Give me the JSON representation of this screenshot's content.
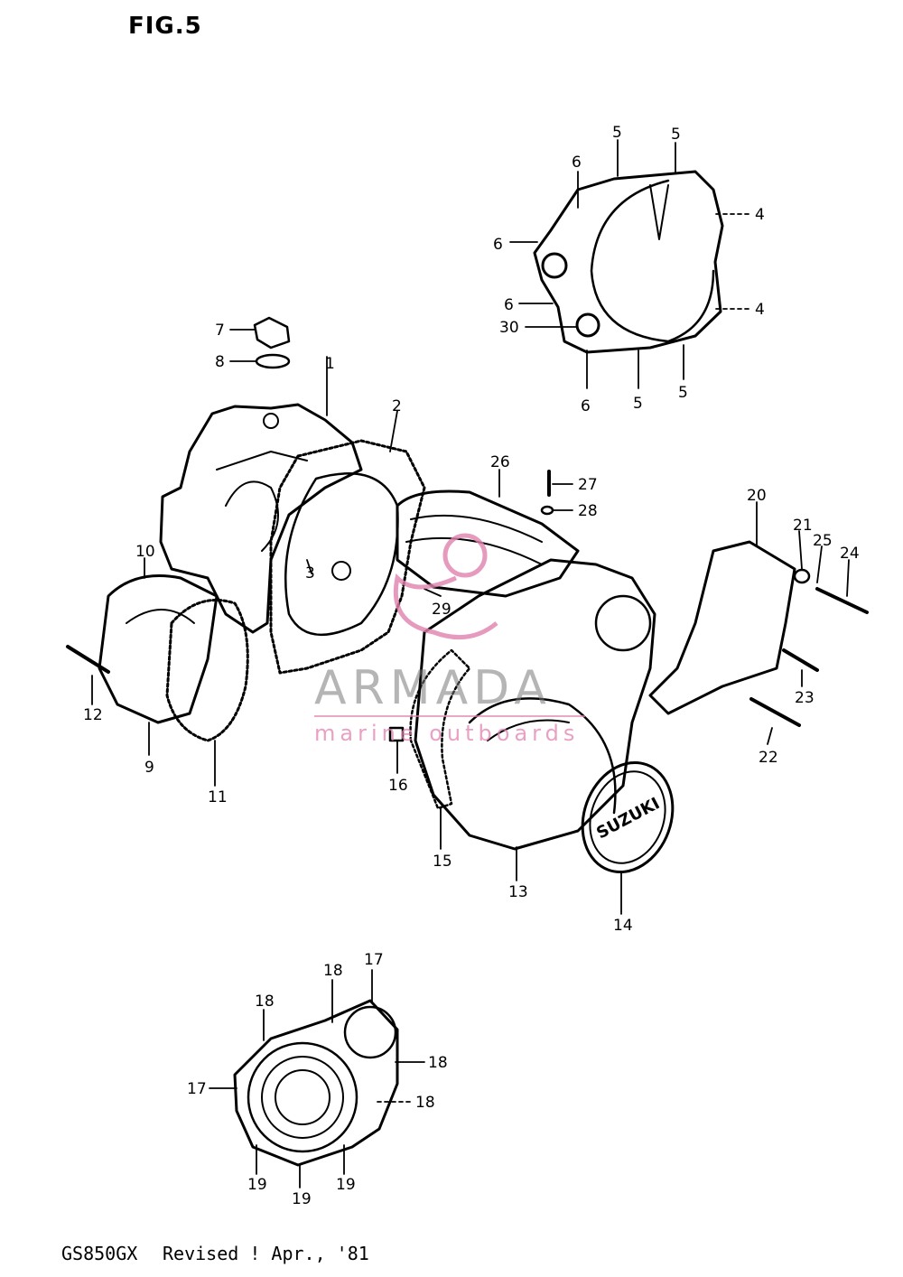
{
  "figure": {
    "title": "FIG.5"
  },
  "footer": {
    "model": "GS850GX",
    "revision": "Revised ! Apr., '81"
  },
  "watermark": {
    "brand": "ARMADA",
    "tagline": "marine outboards",
    "brand_color": "#e082af"
  },
  "part_labels": {
    "l1": "1",
    "l2": "2",
    "l3": "3",
    "l4a": "4",
    "l4b": "4",
    "l5a": "5",
    "l5b": "5",
    "l5c": "5",
    "l5d": "5",
    "l6a": "6",
    "l6b": "6",
    "l6c": "6",
    "l6d": "6",
    "l7": "7",
    "l8": "8",
    "l9": "9",
    "l10": "10",
    "l11": "11",
    "l12": "12",
    "l13": "13",
    "l14": "14",
    "l15": "15",
    "l16": "16",
    "l17a": "17",
    "l17b": "17",
    "l18a": "18",
    "l18b": "18",
    "l18c": "18",
    "l18d": "18",
    "l19a": "19",
    "l19b": "19",
    "l19c": "19",
    "l20": "20",
    "l21": "21",
    "l22": "22",
    "l23": "23",
    "l24": "24",
    "l25": "25",
    "l26": "26",
    "l27": "27",
    "l28": "28",
    "l29": "29",
    "l30": "30"
  },
  "cover_logo": "SUZUKI"
}
